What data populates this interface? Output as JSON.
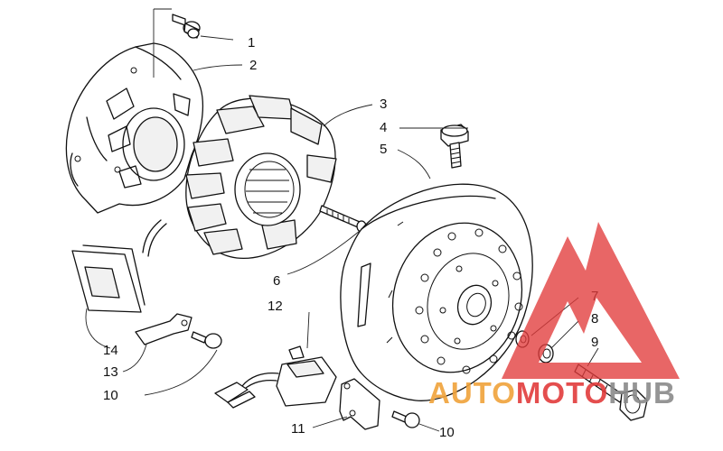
{
  "callouts": [
    {
      "id": "c1",
      "text": "1"
    },
    {
      "id": "c2",
      "text": "2"
    },
    {
      "id": "c3",
      "text": "3"
    },
    {
      "id": "c4",
      "text": "4"
    },
    {
      "id": "c5",
      "text": "5"
    },
    {
      "id": "c6",
      "text": "6"
    },
    {
      "id": "c7",
      "text": "7"
    },
    {
      "id": "c8",
      "text": "8"
    },
    {
      "id": "c9",
      "text": "9"
    },
    {
      "id": "c10a",
      "text": "10"
    },
    {
      "id": "c10b",
      "text": "10"
    },
    {
      "id": "c11",
      "text": "11"
    },
    {
      "id": "c12",
      "text": "12"
    },
    {
      "id": "c13",
      "text": "13"
    },
    {
      "id": "c14",
      "text": "14"
    }
  ],
  "watermark": {
    "part1": "AUTO",
    "part2": "MOTO",
    "part3": "HUB",
    "color_red": "#e23b3b",
    "color_orange": "#f0a23a",
    "color_gray": "#8a8a8a"
  }
}
